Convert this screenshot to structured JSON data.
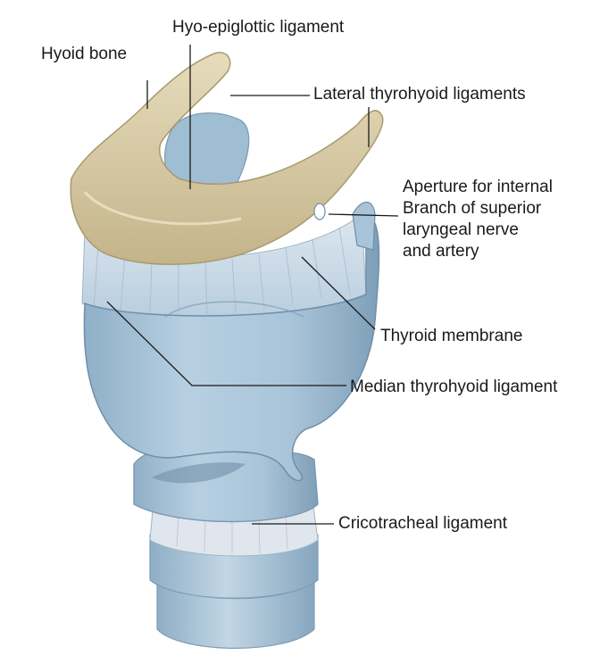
{
  "labels": {
    "hyo_epiglottic": "Hyo-epiglottic ligament",
    "hyoid_bone": "Hyoid bone",
    "lateral_thyrohyoid": "Lateral thyrohyoid ligaments",
    "aperture": "Aperture for internal\nBranch of superior\nlaryngeal nerve\nand artery",
    "thyroid_membrane": "Thyroid membrane",
    "median_thyrohyoid": "Median thyrohyoid ligament",
    "cricotracheal": "Cricotracheal ligament"
  },
  "colors": {
    "cartilage": "#a9c4d9",
    "cartilage_dark": "#7f9fb8",
    "membrane": "#c6d6e4",
    "bone": "#d6c9a2",
    "bone_dark": "#a89a6f",
    "leader": "#1a1a1a"
  }
}
